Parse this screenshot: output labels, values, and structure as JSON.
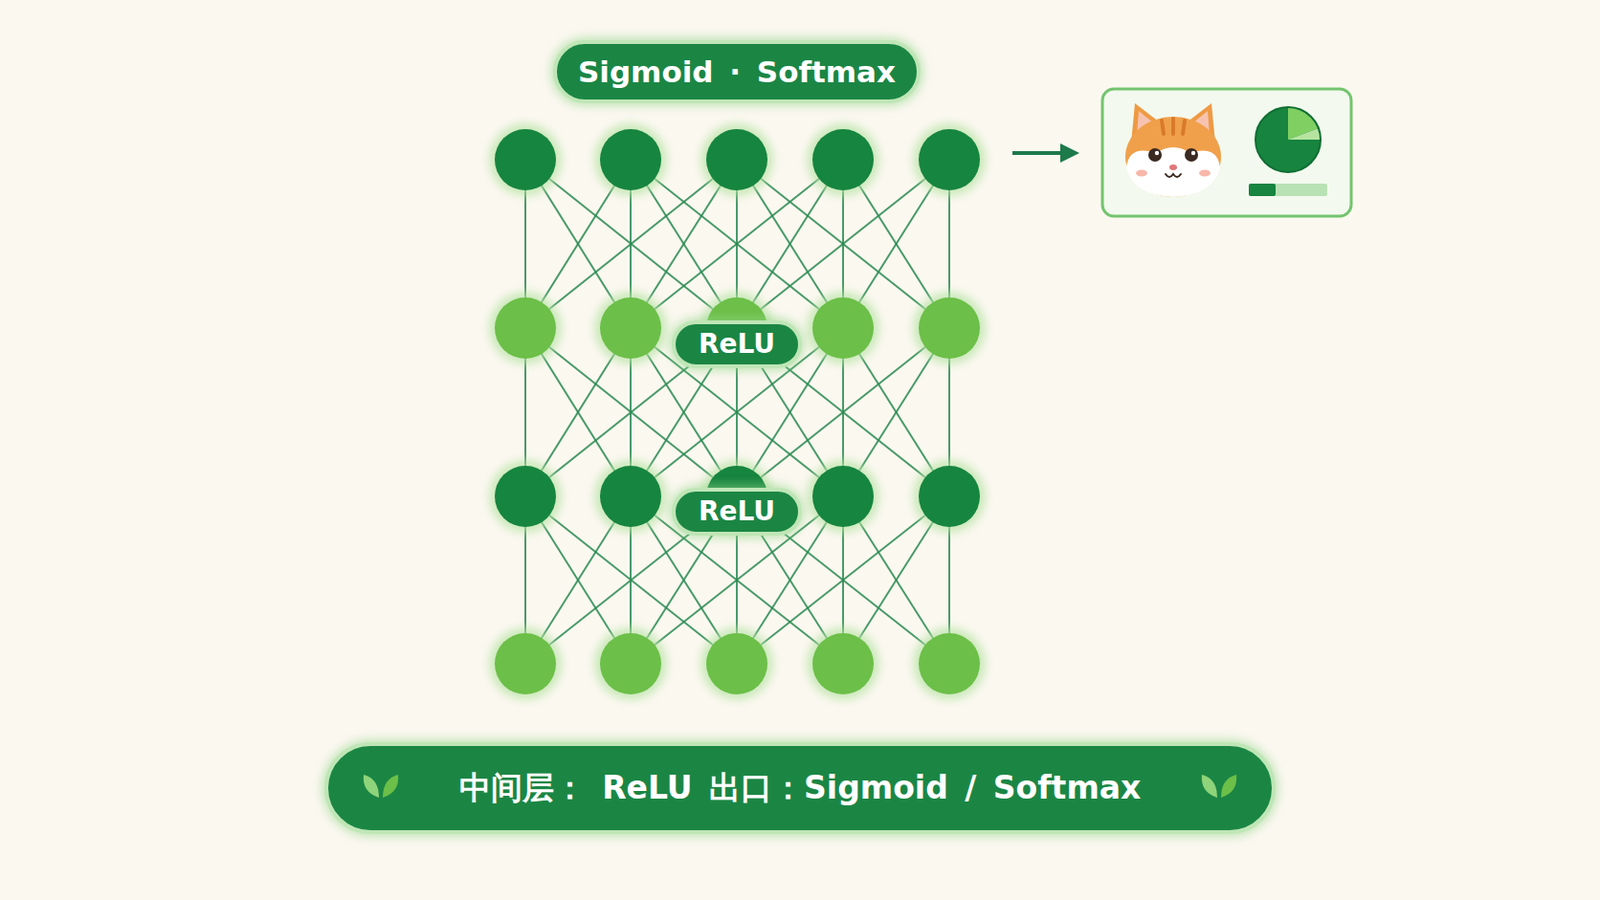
{
  "diagram": {
    "nodes": [
      {
        "text": [
          "Sigmoid · Softmax"
        ]
      },
      {
        "text": [
          "ReLU"
        ]
      },
      {
        "text": [
          "ReLU"
        ]
      },
      {
        "text": [
          "中间层： ReLU 出口：Sigmoid / Softmax"
        ]
      }
    ]
  }
}
